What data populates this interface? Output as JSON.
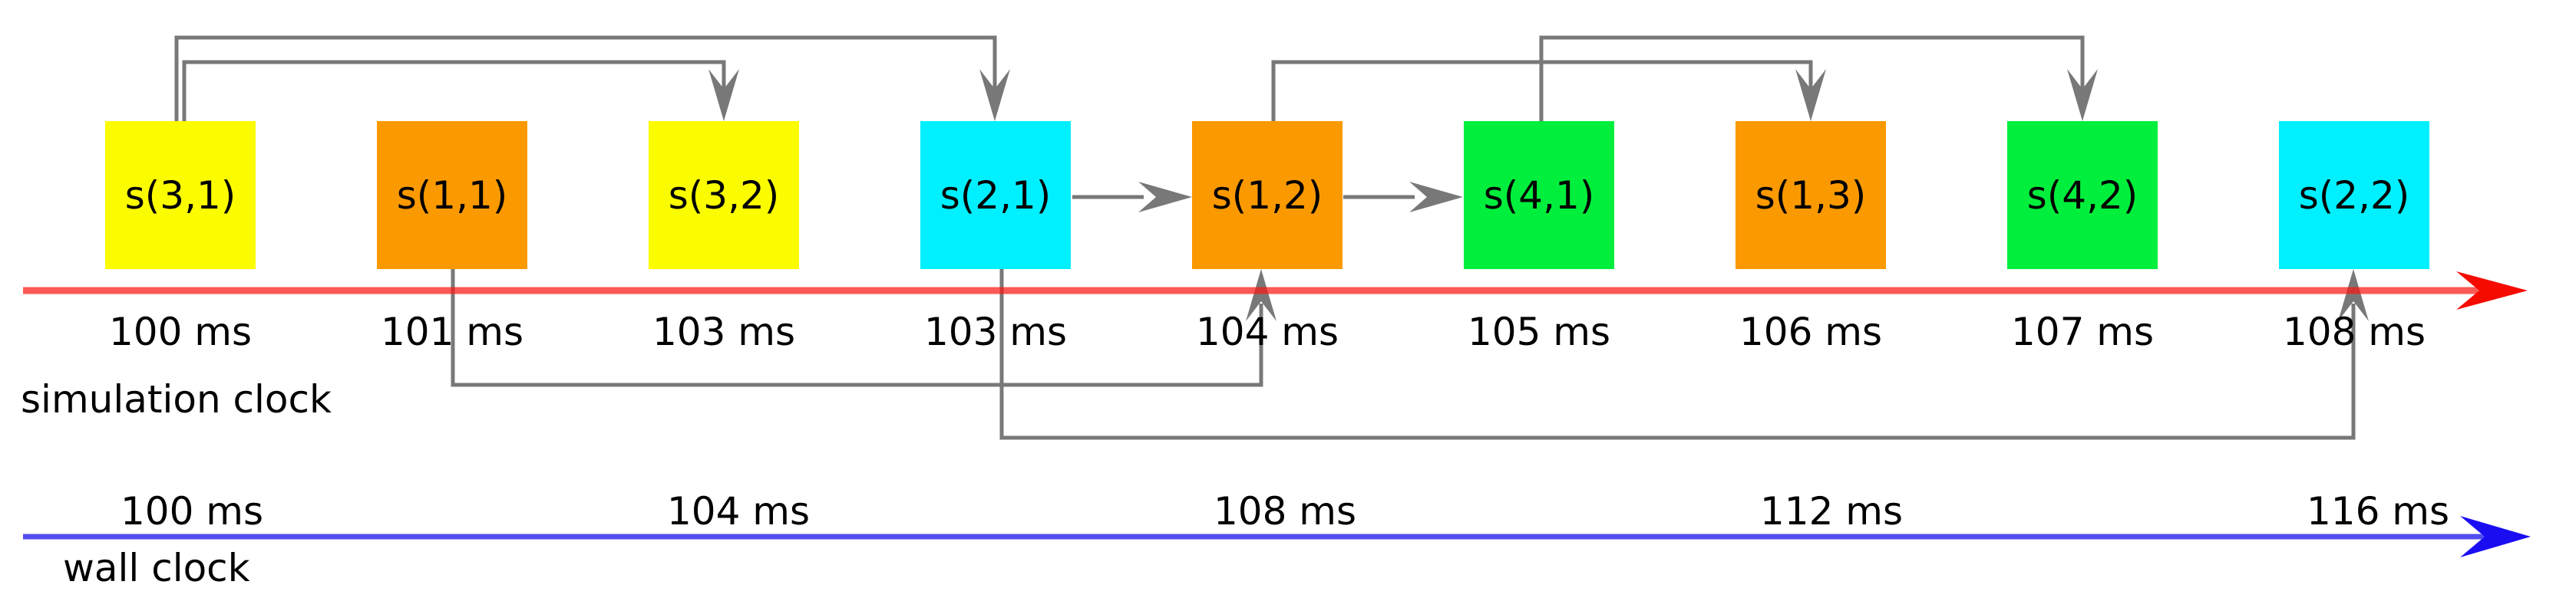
{
  "title": "event scheduling over simulation clock and wall clock",
  "colors": {
    "connector": "#787878",
    "sim_axis_line": "rgba(250, 25, 18, 0.72)",
    "sim_axis_head": "#f60b00",
    "wall_axis_line": "rgba(28, 22, 235, 0.76)",
    "wall_axis_head": "#1a0df2",
    "yellow": "#fcfc00",
    "orange": "#fb9900",
    "cyan": "#00f0ff",
    "green": "#00ef3c",
    "text": "#000000"
  },
  "boxes": [
    {
      "label": "s(3,1)",
      "color": "#fcfc00",
      "sim_time": "100 ms"
    },
    {
      "label": "s(1,1)",
      "color": "#fb9900",
      "sim_time": "101 ms"
    },
    {
      "label": "s(3,2)",
      "color": "#fcfc00",
      "sim_time": "103 ms"
    },
    {
      "label": "s(2,1)",
      "color": "#00f0ff",
      "sim_time": "103 ms"
    },
    {
      "label": "s(1,2)",
      "color": "#fb9900",
      "sim_time": "104 ms"
    },
    {
      "label": "s(4,1)",
      "color": "#00ef3c",
      "sim_time": "105 ms"
    },
    {
      "label": "s(1,3)",
      "color": "#fb9900",
      "sim_time": "106 ms"
    },
    {
      "label": "s(4,2)",
      "color": "#00ef3c",
      "sim_time": "107 ms"
    },
    {
      "label": "s(2,2)",
      "color": "#00f0ff",
      "sim_time": "108 ms"
    }
  ],
  "sim_axis": {
    "caption": "simulation clock",
    "ticks": [
      "100 ms",
      "101 ms",
      "103 ms",
      "103 ms",
      "104 ms",
      "105 ms",
      "106 ms",
      "107 ms",
      "108 ms"
    ]
  },
  "wall_axis": {
    "caption": "wall clock",
    "ticks": [
      "100 ms",
      "104 ms",
      "108 ms",
      "112 ms",
      "116 ms"
    ]
  },
  "dependencies": [
    {
      "from": "s(3,1)",
      "to": "s(2,1)",
      "route": "over-top"
    },
    {
      "from": "s(3,1)",
      "to": "s(3,2)",
      "route": "over-top"
    },
    {
      "from": "s(1,2)",
      "to": "s(1,3)",
      "route": "over-top"
    },
    {
      "from": "s(4,1)",
      "to": "s(4,2)",
      "route": "over-top"
    },
    {
      "from": "s(2,1)",
      "to": "s(1,2)",
      "route": "direct"
    },
    {
      "from": "s(1,2)",
      "to": "s(4,1)",
      "route": "direct"
    },
    {
      "from": "s(1,1)",
      "to": "s(1,2)",
      "route": "under-bottom"
    },
    {
      "from": "s(2,1)",
      "to": "s(2,2)",
      "route": "under-bottom"
    }
  ]
}
